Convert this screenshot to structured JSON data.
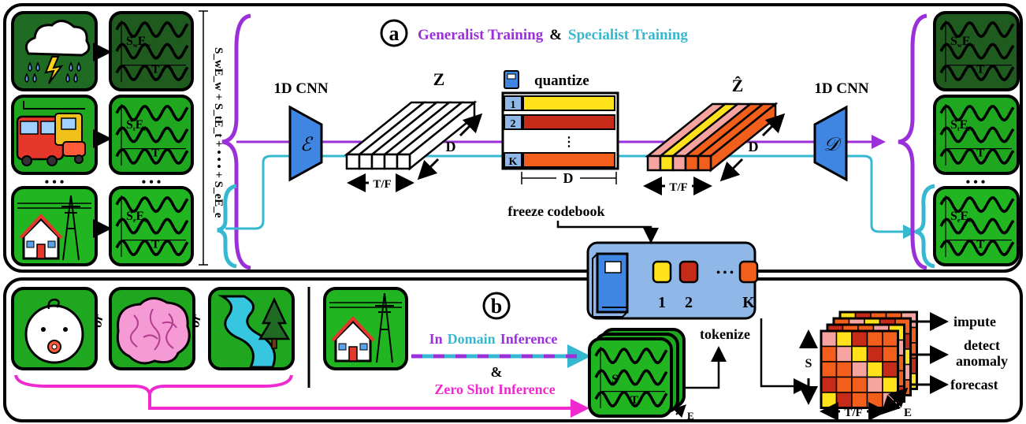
{
  "panel_a": {
    "badge": "a",
    "title_generalist": "Generalist Training",
    "title_amp": "&",
    "title_specialist": "Specialist Training",
    "encoder_label": "1D CNN",
    "encoder_symbol": "ℰ",
    "decoder_label": "1D CNN",
    "decoder_symbol": "𝒟",
    "latent_label": "Z",
    "latent_hat_label": "Ẑ",
    "quantize_label": "quantize",
    "codebook_rows": [
      "1",
      "2",
      "⋮",
      "K"
    ],
    "codebook_width_label": "D",
    "depth_label": "D",
    "axis_label": "T/F",
    "freeze_label": "freeze codebook",
    "ellipsis": "• • •",
    "dataset_sum_label": "S_wE_w + S_tE_t + • • • + S_eE_e",
    "tiles_left": [
      {
        "icon": "storm-cloud-icon",
        "s": "S",
        "s_sub": "w",
        "e": "E",
        "e_sub": "w",
        "t": "T"
      },
      {
        "icon": "traffic-icon",
        "s": "S",
        "s_sub": "t",
        "e": "E",
        "e_sub": "t",
        "t": "T"
      },
      {
        "icon": "power-line-house-icon",
        "s": "S",
        "s_sub": "e",
        "e": "E",
        "e_sub": "e",
        "t": "T"
      }
    ],
    "tiles_right": [
      {
        "s": "S",
        "s_sub": "w",
        "e": "E",
        "e_sub": "w",
        "t": "T"
      },
      {
        "s": "S",
        "s_sub": "t",
        "e": "E",
        "e_sub": "t",
        "t": "T"
      },
      {
        "s": "S",
        "s_sub": "e",
        "e": "E",
        "e_sub": "e",
        "t": "T"
      }
    ]
  },
  "codebook_panel": {
    "tokens": [
      "1",
      "2",
      "K"
    ],
    "ellipsis": "• • •"
  },
  "panel_b": {
    "badge": "b",
    "or_labels": [
      "or",
      "or"
    ],
    "icons": [
      "baby-icon",
      "brain-icon",
      "river-icon",
      "power-line-house-icon"
    ],
    "in_domain": {
      "w1": "In",
      "w2": "Domain",
      "w3": "Inference"
    },
    "amp": "&",
    "zero_shot": "Zero Shot Inference",
    "tokenize": "tokenize",
    "stack_labels": {
      "s": "S",
      "t": "T",
      "e": "E"
    },
    "grid_labels": {
      "s": "S",
      "tf": "T/F",
      "e": "E"
    },
    "tasks": [
      "impute",
      "detect\nanomaly",
      "forecast"
    ],
    "task_lines": [
      [
        "impute"
      ],
      [
        "detect",
        "anomaly"
      ],
      [
        "forecast"
      ]
    ]
  },
  "colors": {
    "purple": "#9b30d9",
    "cyan": "#35b8d0",
    "magenta": "#ee2ad0",
    "tile_green": "#1fb51f",
    "tile_dark_green": "#1f5a1f",
    "codebook_blue": "#8fb8e8",
    "encoder_blue": "#3f86e3",
    "token_yellow": "#ffe21a",
    "token_red": "#c62b1a",
    "token_orange": "#f25f1d"
  }
}
